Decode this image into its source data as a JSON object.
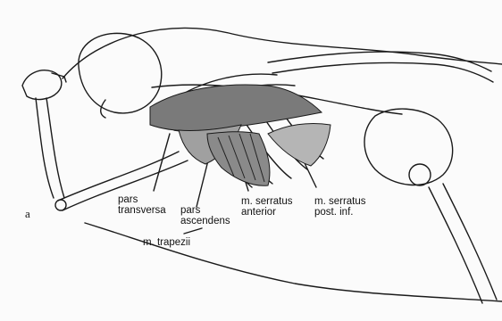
{
  "figure": {
    "panel_letter": "a",
    "labels": {
      "pars_transversa": [
        "pars",
        "transversa"
      ],
      "pars_ascendens": [
        "pars",
        "ascendens"
      ],
      "m_trapezii": "m. trapezii",
      "m_serratus_anterior": [
        "m. serratus",
        "anterior"
      ],
      "m_serratus_post_inf": [
        "m. serratus",
        "post. inf."
      ]
    }
  }
}
